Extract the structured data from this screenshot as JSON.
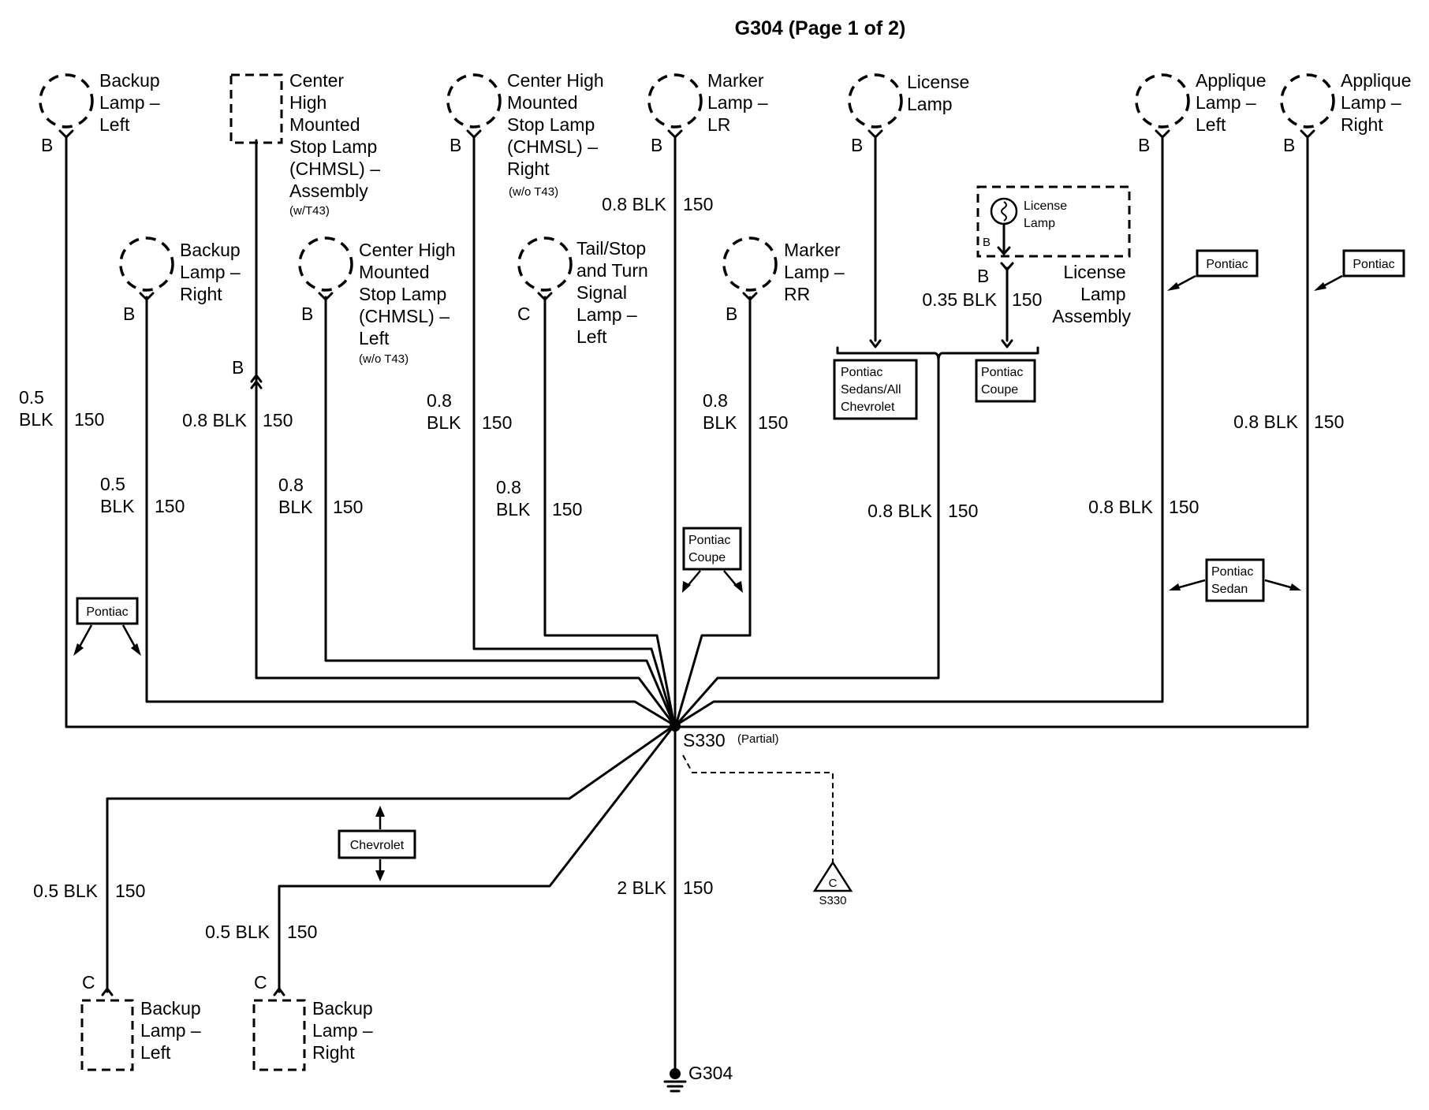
{
  "title": "G304 (Page 1 of 2)",
  "components": {
    "backup_left_top": [
      "Backup",
      "Lamp –",
      "Left"
    ],
    "chmsl_assembly": [
      "Center",
      "High",
      "Mounted",
      "Stop Lamp",
      "(CHMSL) –",
      "Assembly"
    ],
    "chmsl_assembly_note": "(w/T43)",
    "chmsl_right": [
      "Center High",
      "Mounted",
      "Stop Lamp",
      "(CHMSL) –",
      "Right"
    ],
    "chmsl_right_note": "(w/o T43)",
    "marker_lr": [
      "Marker",
      "Lamp –",
      "LR"
    ],
    "license_lamp": [
      "License",
      "Lamp"
    ],
    "applique_left": [
      "Applique",
      "Lamp –",
      "Left"
    ],
    "applique_right": [
      "Applique",
      "Lamp –",
      "Right"
    ],
    "backup_right_top": [
      "Backup",
      "Lamp –",
      "Right"
    ],
    "chmsl_left": [
      "Center High",
      "Mounted",
      "Stop Lamp",
      "(CHMSL) –",
      "Left"
    ],
    "chmsl_left_note": "(w/o T43)",
    "tail_stop_left": [
      "Tail/Stop",
      "and Turn",
      "Signal",
      "Lamp –",
      "Left"
    ],
    "marker_rr": [
      "Marker",
      "Lamp –",
      "RR"
    ],
    "license_assembly": [
      "License",
      "Lamp",
      "Assembly"
    ],
    "license_inner": [
      "License",
      "Lamp"
    ],
    "backup_left_bottom": [
      "Backup",
      "Lamp –",
      "Left"
    ],
    "backup_right_bottom": [
      "Backup",
      "Lamp –",
      "Right"
    ]
  },
  "pins": {
    "b": "B",
    "c": "C"
  },
  "wires": {
    "w1_size": [
      "0.5",
      "BLK"
    ],
    "w1_circuit": "150",
    "w2_size": [
      "0.5",
      "BLK"
    ],
    "w2_circuit": "150",
    "w3_size": "0.8 BLK",
    "w3_circuit": "150",
    "w4_size": [
      "0.8",
      "BLK"
    ],
    "w4_circuit": "150",
    "w5_size": [
      "0.8",
      "BLK"
    ],
    "w5_circuit": "150",
    "w6_size": [
      "0.8",
      "BLK"
    ],
    "w6_circuit": "150",
    "w7_size": "0.8 BLK",
    "w7_circuit": "150",
    "w8_size": [
      "0.8",
      "BLK"
    ],
    "w8_circuit": "150",
    "w9_size": "0.35 BLK",
    "w9_circuit": "150",
    "w10_size": "0.8 BLK",
    "w10_circuit": "150",
    "w11_size": "0.8 BLK",
    "w11_circuit": "150",
    "w12_size": "0.8 BLK",
    "w12_circuit": "150",
    "w13_size": "0.5 BLK",
    "w13_circuit": "150",
    "w14_size": "0.5 BLK",
    "w14_circuit": "150",
    "w15_size": "2 BLK",
    "w15_circuit": "150"
  },
  "options": {
    "pontiac": "Pontiac",
    "pontiac_coupe": [
      "Pontiac",
      "Coupe"
    ],
    "pontiac_sedans_chevrolet": [
      "Pontiac",
      "Sedans/All",
      "Chevrolet"
    ],
    "pontiac_sedan": [
      "Pontiac",
      "Sedan"
    ],
    "chevrolet": "Chevrolet"
  },
  "splice": {
    "name": "S330",
    "note": "(Partial)",
    "ref_letter": "C",
    "ref_name": "S330"
  },
  "ground": {
    "name": "G304"
  }
}
